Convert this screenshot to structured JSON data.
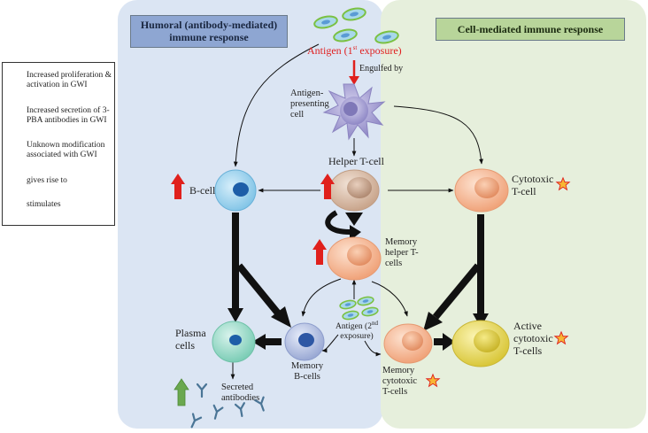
{
  "panels": {
    "humoral_title": "Humoral (antibody-mediated) immune response",
    "cell_title": "Cell-mediated immune response"
  },
  "legend": {
    "increased_proliferation": "Increased proliferation & activation in GWI",
    "increased_secretion": "Increased secretion of 3-PBA antibodies in GWI",
    "unknown_modification": "Unknown modification associated with GWI",
    "gives_rise": "gives rise to",
    "stimulates": "stimulates"
  },
  "nodes": {
    "antigen_first": "Antigen (1",
    "antigen_first_sup": "st",
    "antigen_first_tail": " exposure)",
    "engulfed_by": "Engulfed by",
    "apc": "Antigen-presenting cell",
    "helper_t": "Helper T-cell",
    "b_cell": "B-cell",
    "cytotoxic_t": "Cytotoxic T-cell",
    "memory_helper": "Memory helper T-cells",
    "antigen_second": "Antigen (2",
    "antigen_second_sup": "nd",
    "antigen_second_tail": " exposure)",
    "plasma": "Plasma cells",
    "memory_b": "Memory B-cells",
    "memory_cytotoxic": "Memory cytotoxic T-cells",
    "active_cytotoxic": "Active cytotoxic T-cells",
    "secreted_antibodies": "Secreted antibodies"
  },
  "colors": {
    "humoral_bg": "#dbe5f3",
    "cell_bg": "#e6efdc",
    "humoral_header": "#8ea6d2",
    "cell_header": "#b8d59a",
    "red_arrow": "#e0201c",
    "green_arrow": "#6aa84f",
    "star": "#f7b733",
    "antigen_text": "#e02020"
  }
}
